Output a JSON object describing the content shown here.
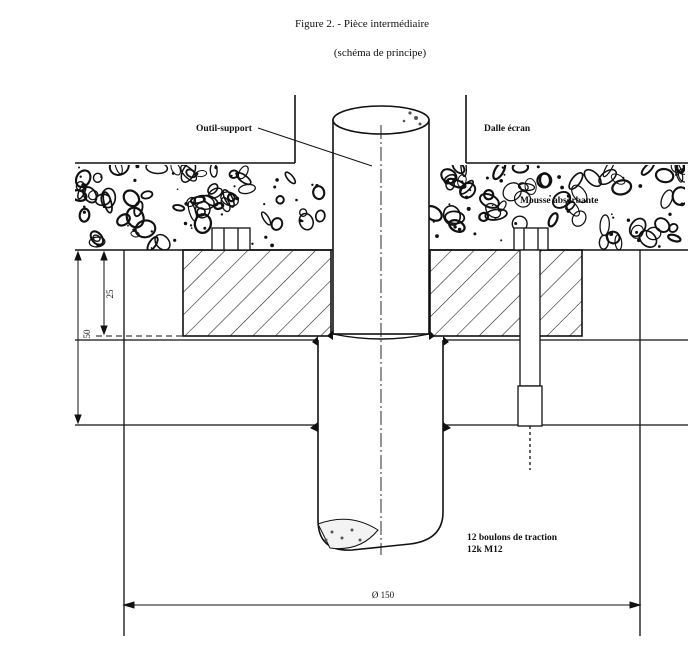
{
  "figure": {
    "title": "Figure 2. - Pièce intermédiaire",
    "subtitle": "(schéma de principe)"
  },
  "labels": {
    "tool": "Outil-support",
    "slab": "Dalle écran",
    "foam": "Mousse absorbante",
    "bolts_line1": "12 boulons de traction",
    "bolts_line2": "12k M12"
  },
  "dimensions": {
    "d25": "25",
    "d50": "50",
    "diameter": "Ø 150"
  },
  "colors": {
    "ink": "#111111",
    "paper": "#ffffff"
  }
}
